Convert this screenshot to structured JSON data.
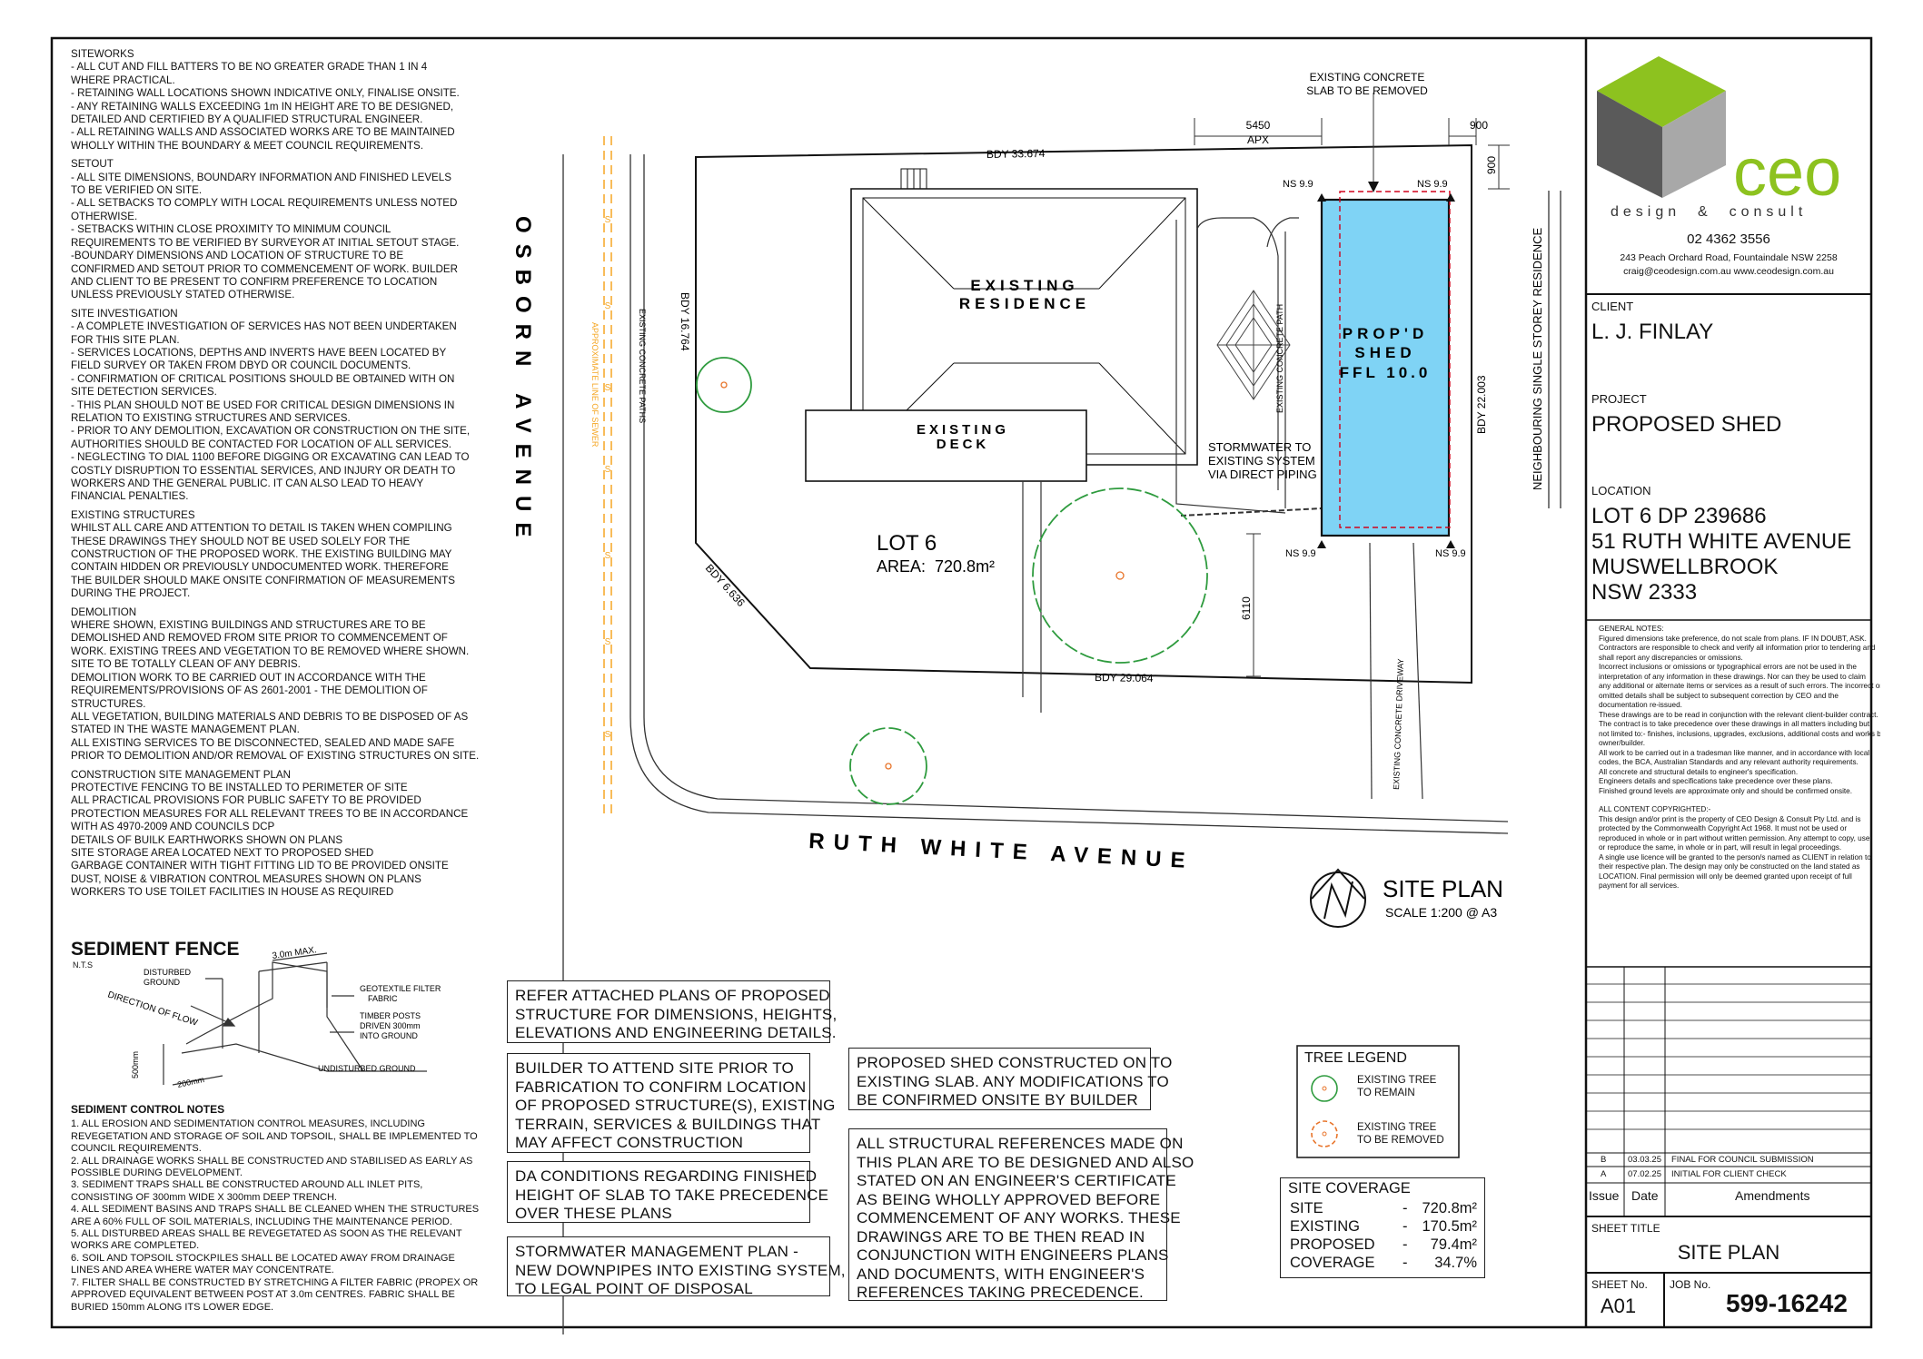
{
  "general_notes": [
    {
      "heading": "SITEWORKS",
      "lines": [
        "- ALL CUT AND FILL BATTERS TO BE NO GREATER GRADE THAN 1 IN 4",
        "WHERE PRACTICAL.",
        "- RETAINING WALL LOCATIONS SHOWN INDICATIVE ONLY, FINALISE ONSITE.",
        "- ANY RETAINING WALLS EXCEEDING 1m IN HEIGHT ARE TO BE DESIGNED,",
        "DETAILED AND CERTIFIED BY A QUALIFIED STRUCTURAL ENGINEER.",
        "- ALL RETAINING WALLS AND ASSOCIATED WORKS ARE TO BE MAINTAINED",
        "WHOLLY WITHIN THE BOUNDARY & MEET COUNCIL REQUIREMENTS."
      ]
    },
    {
      "heading": "SETOUT",
      "lines": [
        "- ALL SITE DIMENSIONS, BOUNDARY INFORMATION AND FINISHED LEVELS",
        "TO BE VERIFIED ON SITE.",
        "- ALL SETBACKS TO COMPLY WITH LOCAL REQUIREMENTS UNLESS NOTED",
        "OTHERWISE.",
        "- SETBACKS WITHIN CLOSE PROXIMITY TO MINIMUM COUNCIL",
        "REQUIREMENTS TO BE VERIFIED BY SURVEYOR AT INITIAL SETOUT STAGE.",
        "-BOUNDARY DIMENSIONS AND LOCATION OF STRUCTURE TO BE",
        "CONFIRMED AND SETOUT PRIOR TO COMMENCEMENT OF WORK. BUILDER",
        "AND CLIENT TO BE PRESENT TO CONFIRM PREFERENCE TO LOCATION",
        "UNLESS PREVIOUSLY STATED OTHERWISE."
      ]
    },
    {
      "heading": "SITE INVESTIGATION",
      "lines": [
        "- A COMPLETE INVESTIGATION OF SERVICES HAS NOT BEEN UNDERTAKEN",
        "FOR THIS SITE PLAN.",
        "- SERVICES LOCATIONS, DEPTHS AND INVERTS HAVE BEEN LOCATED BY",
        "FIELD SURVEY OR TAKEN FROM DBYD OR COUNCIL DOCUMENTS.",
        "- CONFIRMATION OF CRITICAL POSITIONS SHOULD BE OBTAINED WITH ON",
        "SITE DETECTION SERVICES.",
        "- THIS PLAN SHOULD NOT BE USED FOR CRITICAL DESIGN DIMENSIONS IN",
        "RELATION TO EXISTING STRUCTURES AND SERVICES.",
        "- PRIOR TO ANY DEMOLITION, EXCAVATION OR CONSTRUCTION ON THE SITE,",
        "AUTHORITIES SHOULD BE CONTACTED FOR LOCATION OF ALL SERVICES.",
        "- NEGLECTING TO DIAL 1100 BEFORE DIGGING OR EXCAVATING CAN LEAD TO",
        "COSTLY DISRUPTION TO ESSENTIAL SERVICES, AND INJURY OR DEATH TO",
        "WORKERS AND THE GENERAL PUBLIC. IT CAN ALSO LEAD TO HEAVY",
        "FINANCIAL PENALTIES."
      ]
    },
    {
      "heading": "EXISTING STRUCTURES",
      "lines": [
        "WHILST ALL CARE AND ATTENTION TO DETAIL IS TAKEN WHEN COMPILING",
        "THESE DRAWINGS THEY SHOULD NOT BE USED SOLELY FOR THE",
        "CONSTRUCTION OF THE PROPOSED WORK. THE EXISTING BUILDING MAY",
        "CONTAIN HIDDEN OR PREVIOUSLY UNDOCUMENTED WORK. THEREFORE",
        "THE BUILDER SHOULD MAKE ONSITE CONFIRMATION OF MEASUREMENTS",
        "DURING THE PROJECT."
      ]
    },
    {
      "heading": "DEMOLITION",
      "lines": [
        "WHERE SHOWN, EXISTING BUILDINGS AND STRUCTURES ARE TO BE",
        "DEMOLISHED AND REMOVED FROM SITE PRIOR TO COMMENCEMENT OF",
        "WORK. EXISTING TREES AND VEGETATION TO BE REMOVED WHERE SHOWN.",
        "SITE TO BE TOTALLY CLEAN OF ANY DEBRIS.",
        "DEMOLITION WORK TO BE CARRIED OUT IN ACCORDANCE WITH THE",
        "REQUIREMENTS/PROVISIONS OF AS 2601-2001 - THE DEMOLITION OF",
        "STRUCTURES.",
        "ALL VEGETATION, BUILDING MATERIALS AND DEBRIS TO BE DISPOSED OF AS",
        "STATED IN THE WASTE MANAGEMENT PLAN.",
        "ALL EXISTING SERVICES TO BE DISCONNECTED, SEALED AND MADE SAFE",
        "PRIOR TO DEMOLITION AND/OR REMOVAL OF EXISTING STRUCTURES ON SITE."
      ]
    },
    {
      "heading": "CONSTRUCTION SITE MANAGEMENT PLAN",
      "lines": [
        "PROTECTIVE FENCING TO BE INSTALLED TO PERIMETER OF SITE",
        "ALL PRACTICAL PROVISIONS FOR PUBLIC SAFETY TO BE PROVIDED",
        "PROTECTION MEASURES FOR ALL RELEVANT TREES TO BE IN ACCORDANCE",
        "WITH AS 4970-2009 AND COUNCILS DCP",
        "DETAILS OF BUILK EARTHWORKS SHOWN ON PLANS",
        "SITE STORAGE AREA LOCATED NEXT TO PROPOSED SHED",
        "GARBAGE CONTAINER WITH TIGHT FITTING LID TO BE PROVIDED ONSITE",
        "DUST, NOISE & VIBRATION CONTROL MEASURES SHOWN ON PLANS",
        "WORKERS TO USE TOILET FACILITIES IN HOUSE AS REQUIRED"
      ]
    }
  ],
  "sediment_fence": {
    "title": "SEDIMENT FENCE",
    "nts": "N.T.S",
    "labels": {
      "disturbed": [
        "DISTURBED",
        "GROUND"
      ],
      "flow": "DIRECTION OF FLOW",
      "max": "3.0m MAX.",
      "geotextile": [
        "GEOTEXTILE FILTER",
        "FABRIC"
      ],
      "posts": [
        "TIMBER POSTS",
        "DRIVEN 300mm",
        "INTO GROUND"
      ],
      "undisturbed": "UNDISTURBED GROUND",
      "depth": "500mm",
      "width": "200mm"
    }
  },
  "sediment_notes": {
    "heading": "SEDIMENT CONTROL NOTES",
    "lines": [
      "1. ALL EROSION AND SEDIMENTATION CONTROL MEASURES, INCLUDING",
      "REVEGETATION AND STORAGE OF SOIL AND TOPSOIL, SHALL BE IMPLEMENTED TO",
      "COUNCIL REQUIREMENTS.",
      "2. ALL DRAINAGE WORKS SHALL BE CONSTRUCTED AND STABILISED AS EARLY AS",
      "POSSIBLE DURING DEVELOPMENT.",
      "3. SEDIMENT TRAPS SHALL BE CONSTRUCTED AROUND ALL INLET PITS,",
      "CONSISTING OF 300mm WIDE X 300mm DEEP TRENCH.",
      "4. ALL SEDIMENT BASINS AND TRAPS SHALL BE CLEANED WHEN THE STRUCTURES",
      "ARE A 60% FULL OF SOIL MATERIALS, INCLUDING THE MAINTENANCE PERIOD.",
      "5. ALL DISTURBED AREAS SHALL BE REVEGETATED AS SOON AS THE RELEVANT",
      "WORKS ARE COMPLETED.",
      "6. SOIL AND TOPSOIL STOCKPILES SHALL BE LOCATED AWAY FROM DRAINAGE",
      "LINES AND AREA WHERE WATER MAY CONCENTRATE.",
      "7. FILTER SHALL BE  CONSTRUCTED BY STRETCHING A FILTER FABRIC (PROPEX OR",
      "APPROVED EQUIVALENT BETWEEN POST AT 3.0m CENTRES. FABRIC SHALL BE",
      "BURIED 150mm ALONG ITS LOWER EDGE."
    ]
  },
  "note_boxes": {
    "refer": [
      "REFER ATTACHED PLANS OF PROPOSED",
      "STRUCTURE FOR DIMENSIONS, HEIGHTS,",
      "ELEVATIONS AND ENGINEERING DETAILS."
    ],
    "builder": [
      "BUILDER TO ATTEND SITE PRIOR TO",
      "FABRICATION TO CONFIRM LOCATION",
      "OF PROPOSED STRUCTURE(S), EXISTING",
      "TERRAIN, SERVICES & BUILDINGS THAT",
      "MAY AFFECT CONSTRUCTION"
    ],
    "da": [
      "DA CONDITIONS REGARDING FINISHED",
      "HEIGHT OF SLAB TO TAKE PRECEDENCE",
      "OVER THESE PLANS"
    ],
    "stormwater": [
      "STORMWATER MANAGEMENT PLAN -",
      "NEW DOWNPIPES INTO EXISTING SYSTEM,",
      "TO LEGAL POINT OF DISPOSAL"
    ],
    "slab": [
      "PROPOSED SHED CONSTRUCTED ON TO",
      "EXISTING SLAB. ANY MODIFICATIONS TO",
      "BE CONFIRMED ONSITE BY BUILDER"
    ],
    "structural": [
      "ALL STRUCTURAL REFERENCES MADE ON",
      "THIS PLAN ARE TO BE DESIGNED AND ALSO",
      "STATED ON AN ENGINEER'S CERTIFICATE",
      "AS BEING WHOLLY APPROVED BEFORE",
      "COMMENCEMENT OF ANY WORKS. THESE",
      "DRAWINGS ARE TO BE THEN READ IN",
      "CONJUNCTION WITH ENGINEERS PLANS",
      "AND DOCUMENTS, WITH ENGINEER'S",
      "REFERENCES TAKING PRECEDENCE."
    ]
  },
  "tree_legend": {
    "title": "TREE LEGEND",
    "remain": [
      "EXISTING TREE",
      "TO REMAIN"
    ],
    "remove": [
      "EXISTING TREE",
      "TO BE REMOVED"
    ]
  },
  "site_coverage": {
    "title": "SITE COVERAGE",
    "rows": [
      {
        "label": "SITE",
        "sep": "-",
        "value": "720.8m²"
      },
      {
        "label": "EXISTING",
        "sep": "-",
        "value": "170.5m²"
      },
      {
        "label": "PROPOSED",
        "sep": "-",
        "value": "79.4m²"
      },
      {
        "label": "COVERAGE",
        "sep": "-",
        "value": "34.7%"
      }
    ]
  },
  "plan": {
    "street_west": "OSBORN AVENUE",
    "street_south": "RUTH WHITE AVENUE",
    "sewer": "APPROXIMATE LINE OF SEWER",
    "sewer_marker": "S",
    "concrete_paths": "EXISTING CONCRETE PATHS",
    "concrete_path_east": "EXISTING CONCRETE PATH",
    "driveway": "EXISTING CONCRETE DRIVEWAY",
    "neighbour": "NEIGHBOURING SINGLE STOREY RESIDENCE",
    "residence": [
      "EXISTING",
      "RESIDENCE"
    ],
    "deck": [
      "EXISTING",
      "DECK"
    ],
    "shed": [
      "PROP'D",
      "SHED",
      "FFL 10.0"
    ],
    "lot": "LOT 6",
    "area": "AREA:  720.8m²",
    "bdy_north": "BDY 33.674",
    "bdy_west": "BDY 16.764",
    "bdy_corner": "BDY 6.636",
    "bdy_south": "BDY 29.064",
    "bdy_east": "BDY 22.003",
    "slab_note": [
      "EXISTING CONCRETE",
      "SLAB TO BE REMOVED"
    ],
    "dim_5450": "5450",
    "dim_apx": "APX",
    "dim_900_top": "900",
    "dim_900_side": "900",
    "dim_6110": "6110",
    "stormwater_note": [
      "STORMWATER TO",
      "EXISTING SYSTEM",
      "VIA DIRECT PIPING"
    ],
    "ns_labels": [
      "NS 9.9",
      "NS 9.9",
      "NS 9.9",
      "NS 9.9"
    ],
    "title": "SITE PLAN",
    "scale": "SCALE 1:200 @ A3",
    "north_letter": "N"
  },
  "title_block": {
    "logo_text": "ceo",
    "logo_tagline": "design  &  consult",
    "phone": "02 4362 3556",
    "address": "243 Peach Orchard Road, Fountaindale  NSW  2258",
    "contact": "craig@ceodesign.com.au  www.ceodesign.com.au",
    "client_label": "CLIENT",
    "client": "L. J. FINLAY",
    "project_label": "PROJECT",
    "project": "PROPOSED SHED",
    "location_label": "LOCATION",
    "location": [
      "LOT 6  DP 239686",
      "51 RUTH WHITE AVENUE",
      "MUSWELLBROOK",
      "NSW 2333"
    ],
    "general_notes_heading": "GENERAL NOTES:",
    "general_notes": [
      "Figured dimensions take preference, do not scale from plans.  IF IN DOUBT, ASK.",
      "Contractors are responsible to check and verify all information prior to tendering and",
      "shall report any discrepancies or omissions.",
      "Incorrect inclusions or omissions or typographical errors are not be used in the",
      "interpretation of any information in these drawings. Nor can they be used to claim",
      "any additional or alternate items or services as a result of such errors. The incorrect or",
      "omitted details shall be subject to subsequent correction by CEO and the",
      "documentation re-issued.",
      "These drawings are to be read in conjunction with the relevant client-builder contract.",
      "The contract is to take precedence over these drawings in all matters including but",
      "not limited to:- finishes, inclusions, upgrades, exclusions, additional costs and works by",
      "owner/builder.",
      "All work to be carried out in a tradesman like manner, and in accordance with local",
      "codes, the BCA, Australian Standards and any relevant authority requirements.",
      "All concrete and structural details to engineer's specification.",
      "Engineers details and specifications take precedence over these plans.",
      "Finished ground levels are approximate only and should be confirmed onsite."
    ],
    "copyright_heading": "ALL CONTENT COPYRIGHTED:-",
    "copyright": [
      "This design and/or print is the property of CEO Design & Consult Pty Ltd. and is",
      "protected by the Commonwealth Copyright Act 1968. It must not be used or",
      "reproduced in whole or in part without written permission. Any attempt to copy, use",
      "or reproduce the same, in whole or in part, will result in legal proceedings.",
      "A single use licence will be granted to the person/s named as CLIENT in relation to",
      "their respective plan. The design may only be constructed on the land stated as",
      "LOCATION. Final permission will only be deemed granted upon receipt of full",
      "payment for all services."
    ],
    "amendments": [
      {
        "issue": "B",
        "date": "03.03.25",
        "desc": "FINAL FOR COUNCIL SUBMISSION"
      },
      {
        "issue": "A",
        "date": "07.02.25",
        "desc": "INITIAL FOR CLIENT CHECK"
      }
    ],
    "amend_headers": {
      "issue": "Issue",
      "date": "Date",
      "desc": "Amendments"
    },
    "sheet_title_label": "SHEET TITLE",
    "sheet_title": "SITE PLAN",
    "sheet_no_label": "SHEET No.",
    "sheet_no": "A01",
    "job_no_label": "JOB No.",
    "job_no": "599-16242"
  },
  "colors": {
    "shed_fill": "#7fd3f5",
    "sewer": "#f5a623",
    "tree_remain": "#2e9b3e",
    "tree_remove": "#e8742a",
    "logo_green": "#8dc21f",
    "logo_grey_dark": "#5a5a5a",
    "logo_grey_light": "#a8a8a8",
    "dim_red": "#d0021b"
  }
}
